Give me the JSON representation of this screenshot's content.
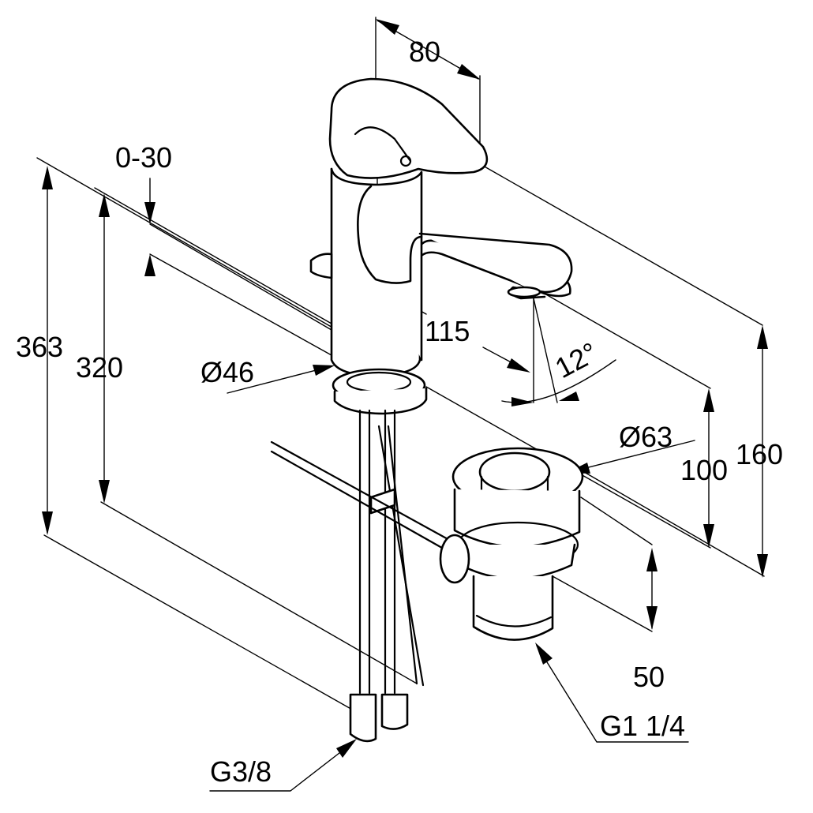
{
  "drawing": {
    "dimensions": {
      "spout_reach_top": "80",
      "spout_offset": "0-30",
      "total_height": "363",
      "height_320": "320",
      "base_diameter": "Ø46",
      "spout_reach": "115",
      "spout_angle": "12°",
      "waste_diameter": "Ø63",
      "spout_height": "100",
      "faucet_height": "160",
      "waste_height": "50",
      "waste_thread": "G1 1/4",
      "supply_thread": "G3/8"
    },
    "colors": {
      "ink": "#000000",
      "paper": "#ffffff"
    }
  }
}
